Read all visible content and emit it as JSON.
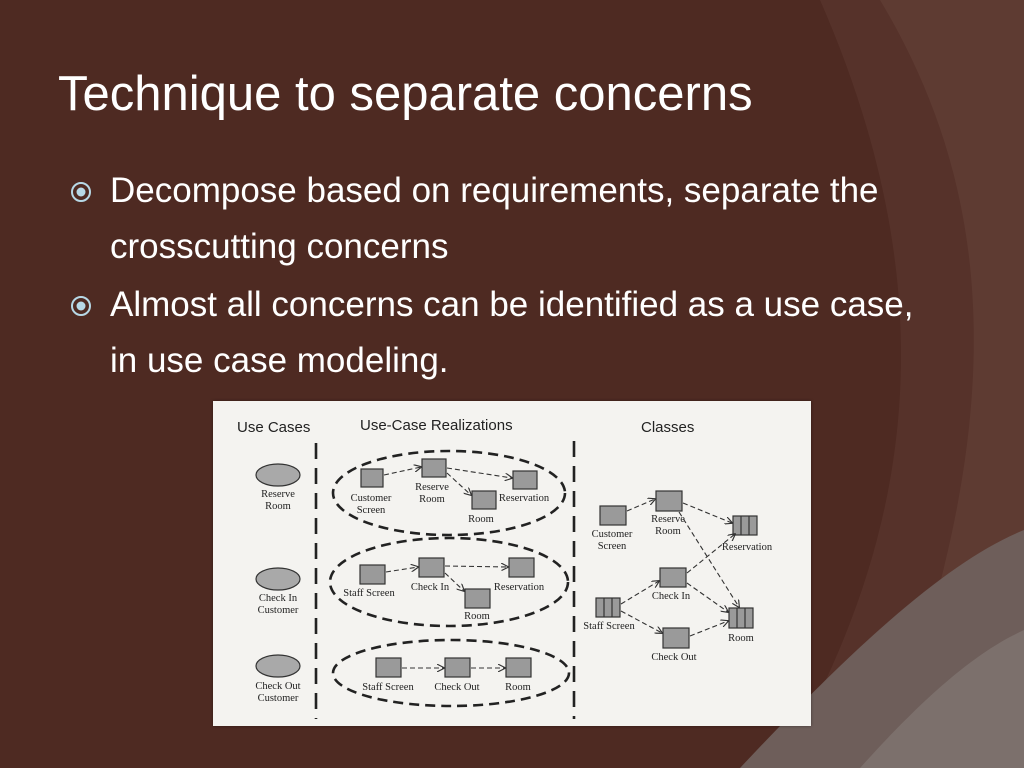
{
  "slide": {
    "title": "Technique to separate concerns",
    "bullets": [
      "Decompose based on requirements, separate the crosscutting concerns",
      "Almost all concerns can be identified as a use case, in use case modeling."
    ]
  },
  "colors": {
    "background": "#4e2a22",
    "accent_band": "#7a6e6a",
    "bullet_icon": "#b7d8e6"
  },
  "figure": {
    "headers": {
      "use_cases": "Use Cases",
      "realizations": "Use-Case Realizations",
      "classes": "Classes"
    },
    "use_cases": [
      {
        "line1": "Reserve",
        "line2": "Room"
      },
      {
        "line1": "Check In",
        "line2": "Customer"
      },
      {
        "line1": "Check Out",
        "line2": "Customer"
      }
    ],
    "realizations": [
      {
        "nodes": [
          {
            "line1": "Customer",
            "line2": "Screen"
          },
          {
            "line1": "Reserve",
            "line2": "Room"
          },
          {
            "line1": "Room",
            "line2": ""
          },
          {
            "line1": "Reservation",
            "line2": ""
          }
        ]
      },
      {
        "nodes": [
          {
            "line1": "Staff Screen",
            "line2": ""
          },
          {
            "line1": "Check In",
            "line2": ""
          },
          {
            "line1": "Reservation",
            "line2": ""
          },
          {
            "line1": "Room",
            "line2": ""
          }
        ]
      },
      {
        "nodes": [
          {
            "line1": "Staff Screen",
            "line2": ""
          },
          {
            "line1": "Check Out",
            "line2": ""
          },
          {
            "line1": "Room",
            "line2": ""
          }
        ]
      }
    ],
    "classes": [
      {
        "line1": "Customer",
        "line2": "Screen"
      },
      {
        "line1": "Reserve",
        "line2": "Room"
      },
      {
        "line1": "Reservation",
        "line2": ""
      },
      {
        "line1": "Check In",
        "line2": ""
      },
      {
        "line1": "Staff Screen",
        "line2": ""
      },
      {
        "line1": "Room",
        "line2": ""
      },
      {
        "line1": "Check Out",
        "line2": ""
      }
    ]
  }
}
